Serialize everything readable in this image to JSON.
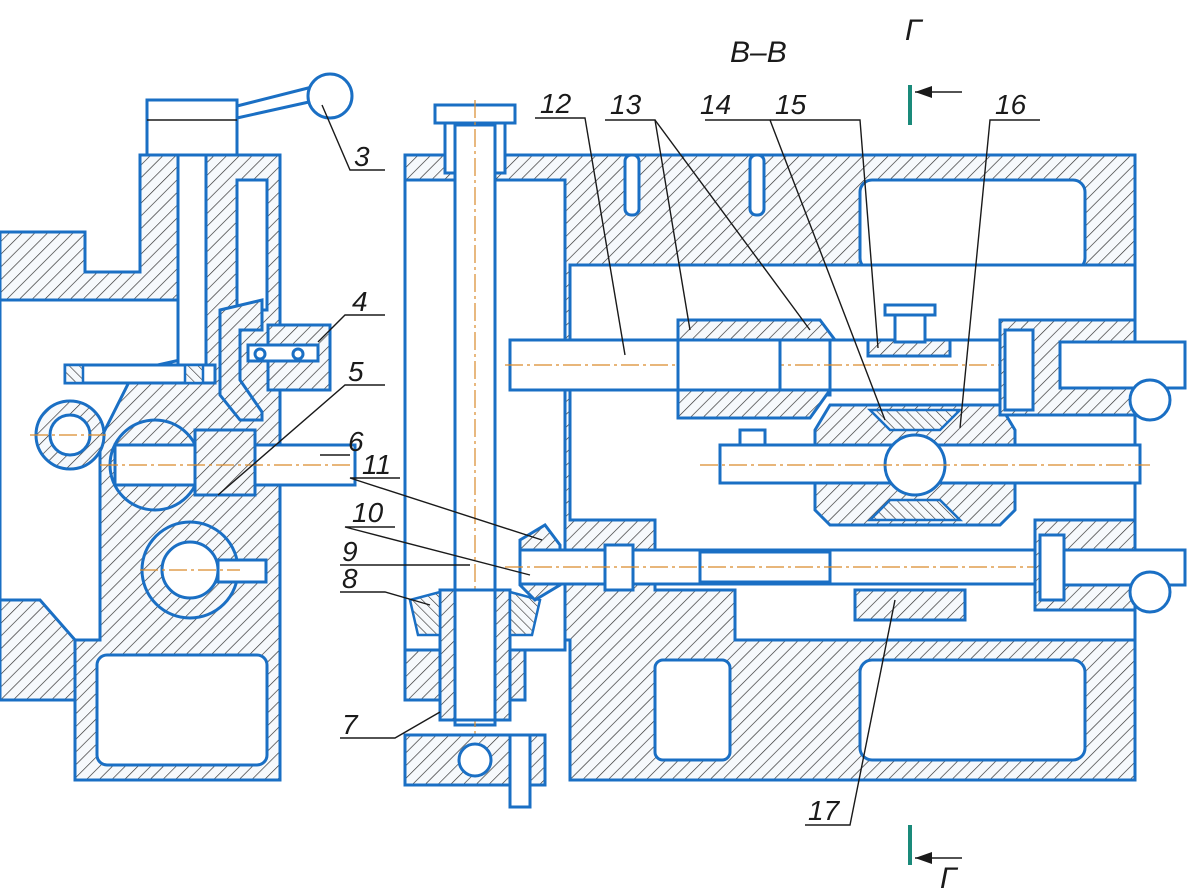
{
  "section_title": "В–В",
  "view_mark": "Г",
  "callouts": [
    {
      "id": "3",
      "text": "3"
    },
    {
      "id": "4",
      "text": "4"
    },
    {
      "id": "5",
      "text": "5"
    },
    {
      "id": "6",
      "text": "6"
    },
    {
      "id": "7",
      "text": "7"
    },
    {
      "id": "8",
      "text": "8"
    },
    {
      "id": "9",
      "text": "9"
    },
    {
      "id": "10",
      "text": "10"
    },
    {
      "id": "11",
      "text": "11"
    },
    {
      "id": "12",
      "text": "12"
    },
    {
      "id": "13",
      "text": "13"
    },
    {
      "id": "14",
      "text": "14"
    },
    {
      "id": "15",
      "text": "15"
    },
    {
      "id": "16",
      "text": "16"
    },
    {
      "id": "17",
      "text": "17"
    }
  ],
  "colors": {
    "outline": "#1a6fc4",
    "hatch": "#1a6fc4",
    "centerline": "#d98a2b",
    "text": "#1a1a1a"
  }
}
